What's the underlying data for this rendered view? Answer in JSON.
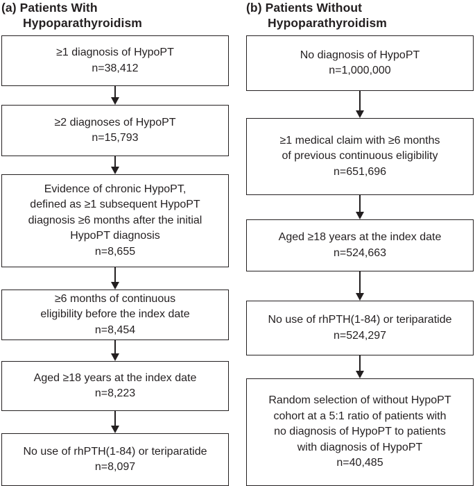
{
  "figure": {
    "colors": {
      "text": "#231f20",
      "border": "#231f20",
      "background": "#ffffff"
    },
    "columns": [
      {
        "id": "a",
        "title_lines": [
          "(a) Patients With",
          "Hypoparathyroidism"
        ],
        "boxes": [
          {
            "lines": [
              "≥1 diagnosis of HypoPT",
              "n=38,412"
            ]
          },
          {
            "lines": [
              "≥2 diagnoses of HypoPT",
              "n=15,793"
            ]
          },
          {
            "lines": [
              "Evidence of chronic HypoPT,",
              "defined as ≥1 subsequent HypoPT",
              "diagnosis ≥6 months after the initial",
              "HypoPT diagnosis",
              "n=8,655"
            ]
          },
          {
            "lines": [
              "≥6 months of continuous",
              "eligibility before the index date",
              "n=8,454"
            ]
          },
          {
            "lines": [
              "Aged ≥18 years at the index date",
              "n=8,223"
            ]
          },
          {
            "lines": [
              "No use of rhPTH(1-84) or teriparatide",
              "n=8,097"
            ]
          }
        ]
      },
      {
        "id": "b",
        "title_lines": [
          "(b) Patients Without",
          "Hypoparathyroidism"
        ],
        "boxes": [
          {
            "lines": [
              "No diagnosis of HypoPT",
              "n=1,000,000"
            ]
          },
          {
            "lines": [
              "≥1 medical claim with ≥6 months",
              "of previous continuous eligibility",
              "n=651,696"
            ]
          },
          {
            "lines": [
              "Aged ≥18 years at the index date",
              "n=524,663"
            ]
          },
          {
            "lines": [
              "No use of rhPTH(1-84) or teriparatide",
              "n=524,297"
            ]
          },
          {
            "lines": [
              "Random selection of without HypoPT",
              "cohort at a 5:1 ratio of patients with",
              "no diagnosis of HypoPT to patients",
              "with diagnosis of HypoPT",
              "n=40,485"
            ]
          }
        ]
      }
    ]
  }
}
